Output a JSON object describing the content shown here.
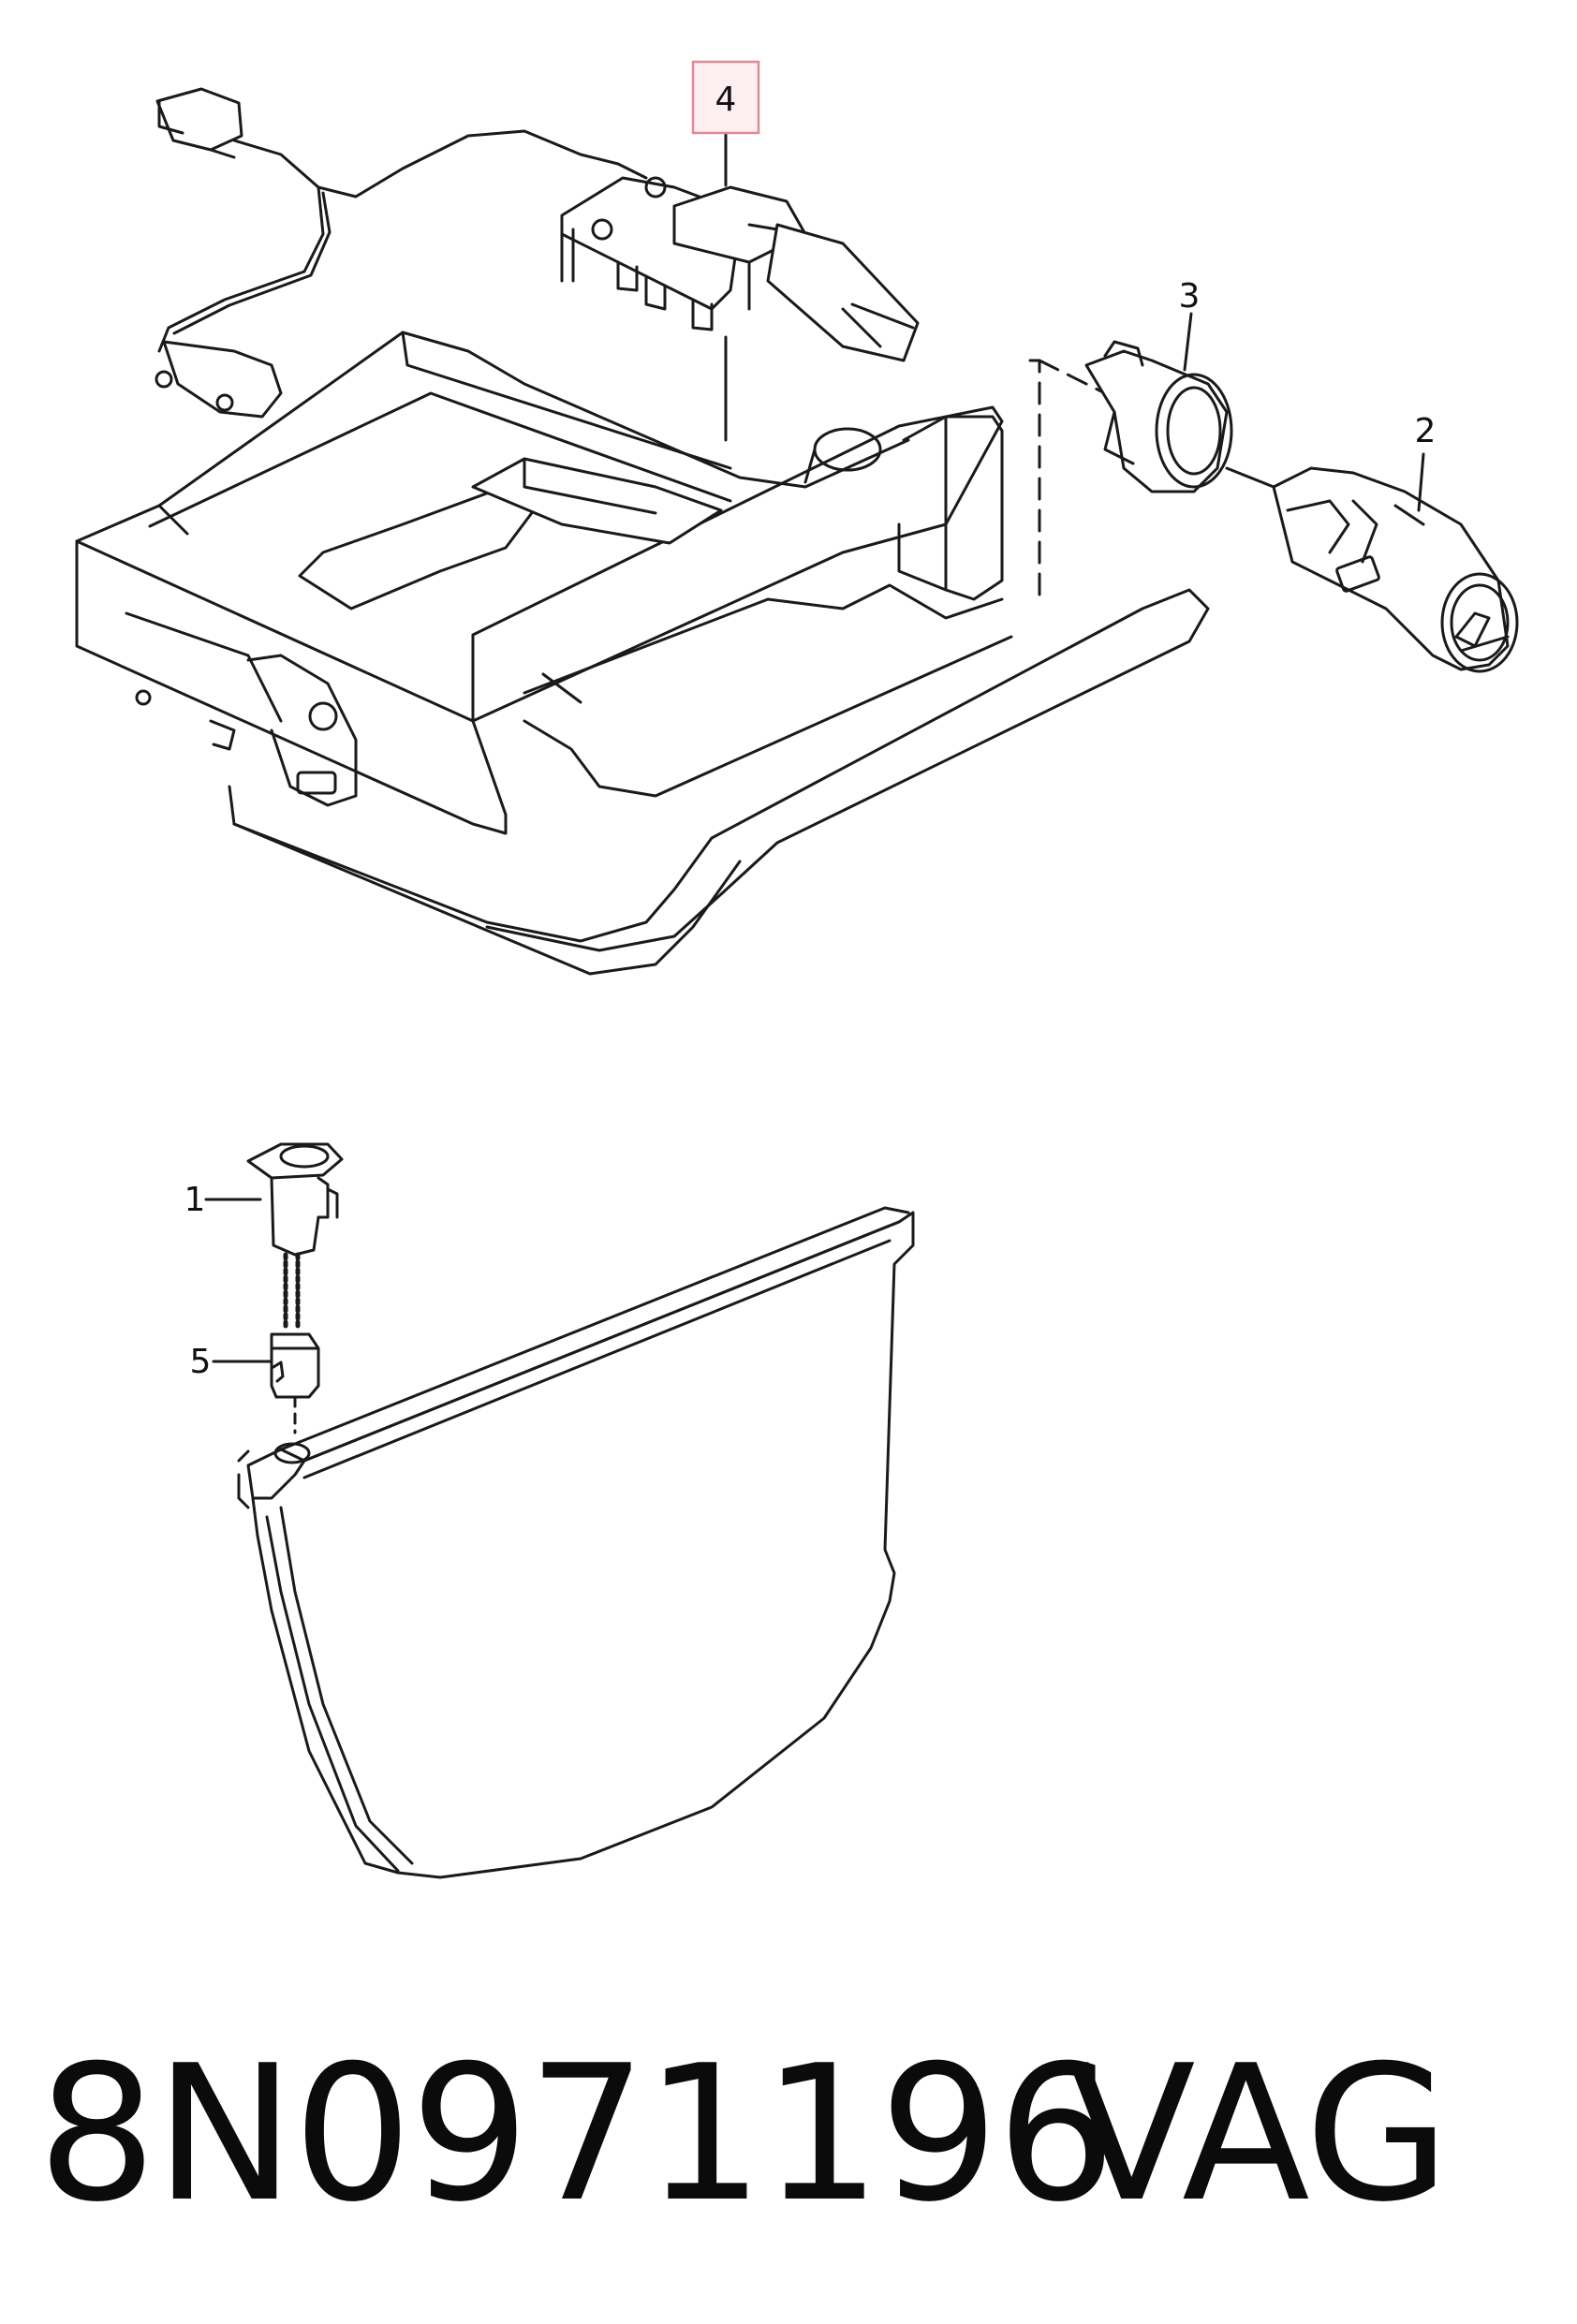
{
  "callouts": {
    "c1": "1",
    "c2": "2",
    "c3": "3",
    "c4": "4",
    "c5": "5"
  },
  "highlight_color": "#e08a95",
  "highlight_fill": "#fdeff1",
  "line_color": "#1a1a1a",
  "footer": {
    "part_number": "8N0971196",
    "brand": "VAG"
  }
}
